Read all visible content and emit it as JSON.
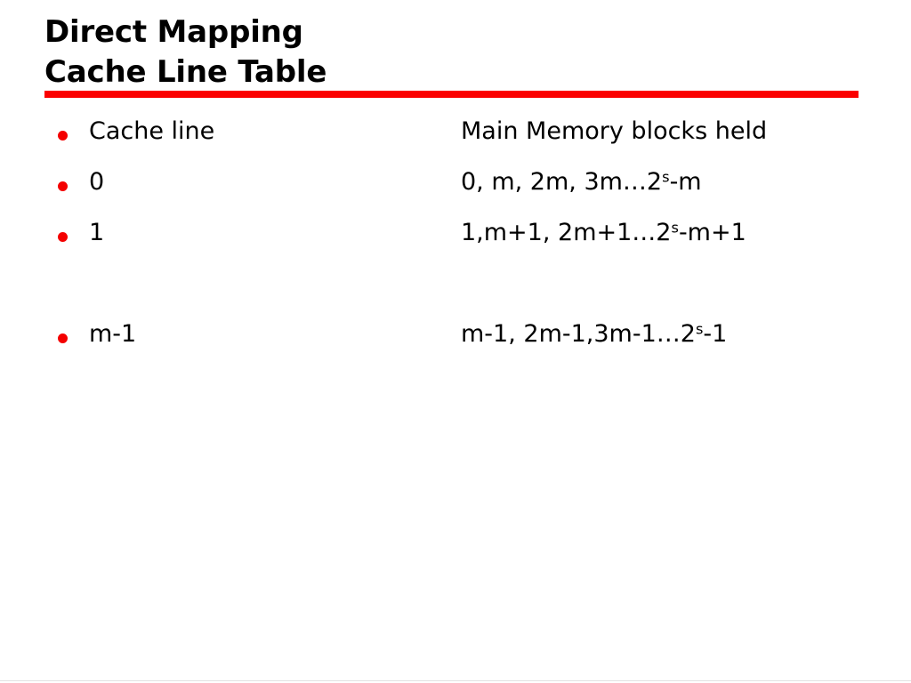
{
  "slide": {
    "background_color": "#ffffff",
    "accent_color": "#fb0000",
    "text_color": "#000000",
    "title": {
      "line1": "Direct Mapping",
      "line2": "Cache Line Table"
    },
    "rows": [
      {
        "bullet": true,
        "left": "Cache line",
        "right_prefix": "Main Memory blocks held",
        "right_sup": "",
        "right_suffix": ""
      },
      {
        "bullet": true,
        "left": "0",
        "right_prefix": "0, m, 2m, 3m…2",
        "right_sup": "s",
        "right_suffix": "-m"
      },
      {
        "bullet": true,
        "left": "1",
        "right_prefix": "1,m+1, 2m+1…2",
        "right_sup": "s",
        "right_suffix": "-m+1"
      },
      {
        "bullet": false,
        "left": "",
        "right_prefix": "",
        "right_sup": "",
        "right_suffix": ""
      },
      {
        "bullet": true,
        "left": "m-1",
        "right_prefix": "m-1, 2m-1,3m-1…2",
        "right_sup": "s",
        "right_suffix": "-1"
      }
    ]
  }
}
